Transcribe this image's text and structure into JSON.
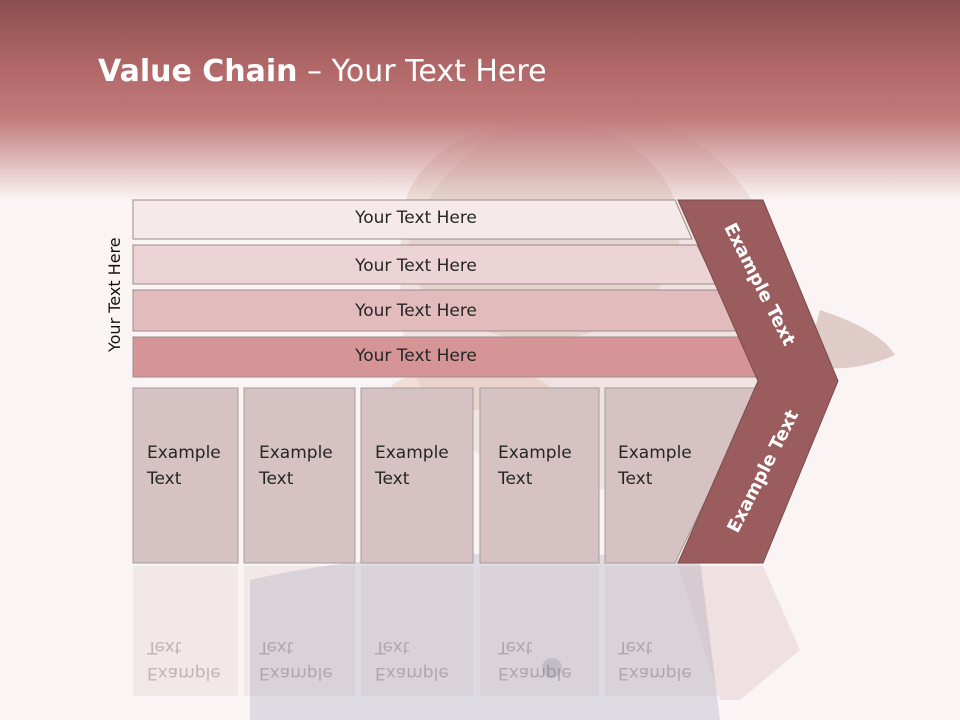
{
  "title": {
    "bold": "Value Chain",
    "rest": " – Your Text Here"
  },
  "side_label": "Your Text Here",
  "rows": [
    {
      "label": "Your Text Here",
      "fill": "#f6e9ea"
    },
    {
      "label": "Your Text Here",
      "fill": "#ecd3d5"
    },
    {
      "label": "Your Text Here",
      "fill": "#e2bbbd"
    },
    {
      "label": "Your Text Here",
      "fill": "#d59597"
    }
  ],
  "boxes": [
    {
      "line1": "Example",
      "line2": "Text"
    },
    {
      "line1": "Example",
      "line2": "Text"
    },
    {
      "line1": "Example",
      "line2": "Text"
    },
    {
      "line1": "Example",
      "line2": "Text"
    },
    {
      "line1": "Example",
      "line2": "Text"
    }
  ],
  "chevron": {
    "top_label": "Example Text",
    "bottom_label": "Example Text",
    "fill": "#9b5c5e"
  },
  "colors": {
    "header": "#b26868",
    "box_fill": "#d6c2c3",
    "box_stroke": "#9e9e9e"
  }
}
